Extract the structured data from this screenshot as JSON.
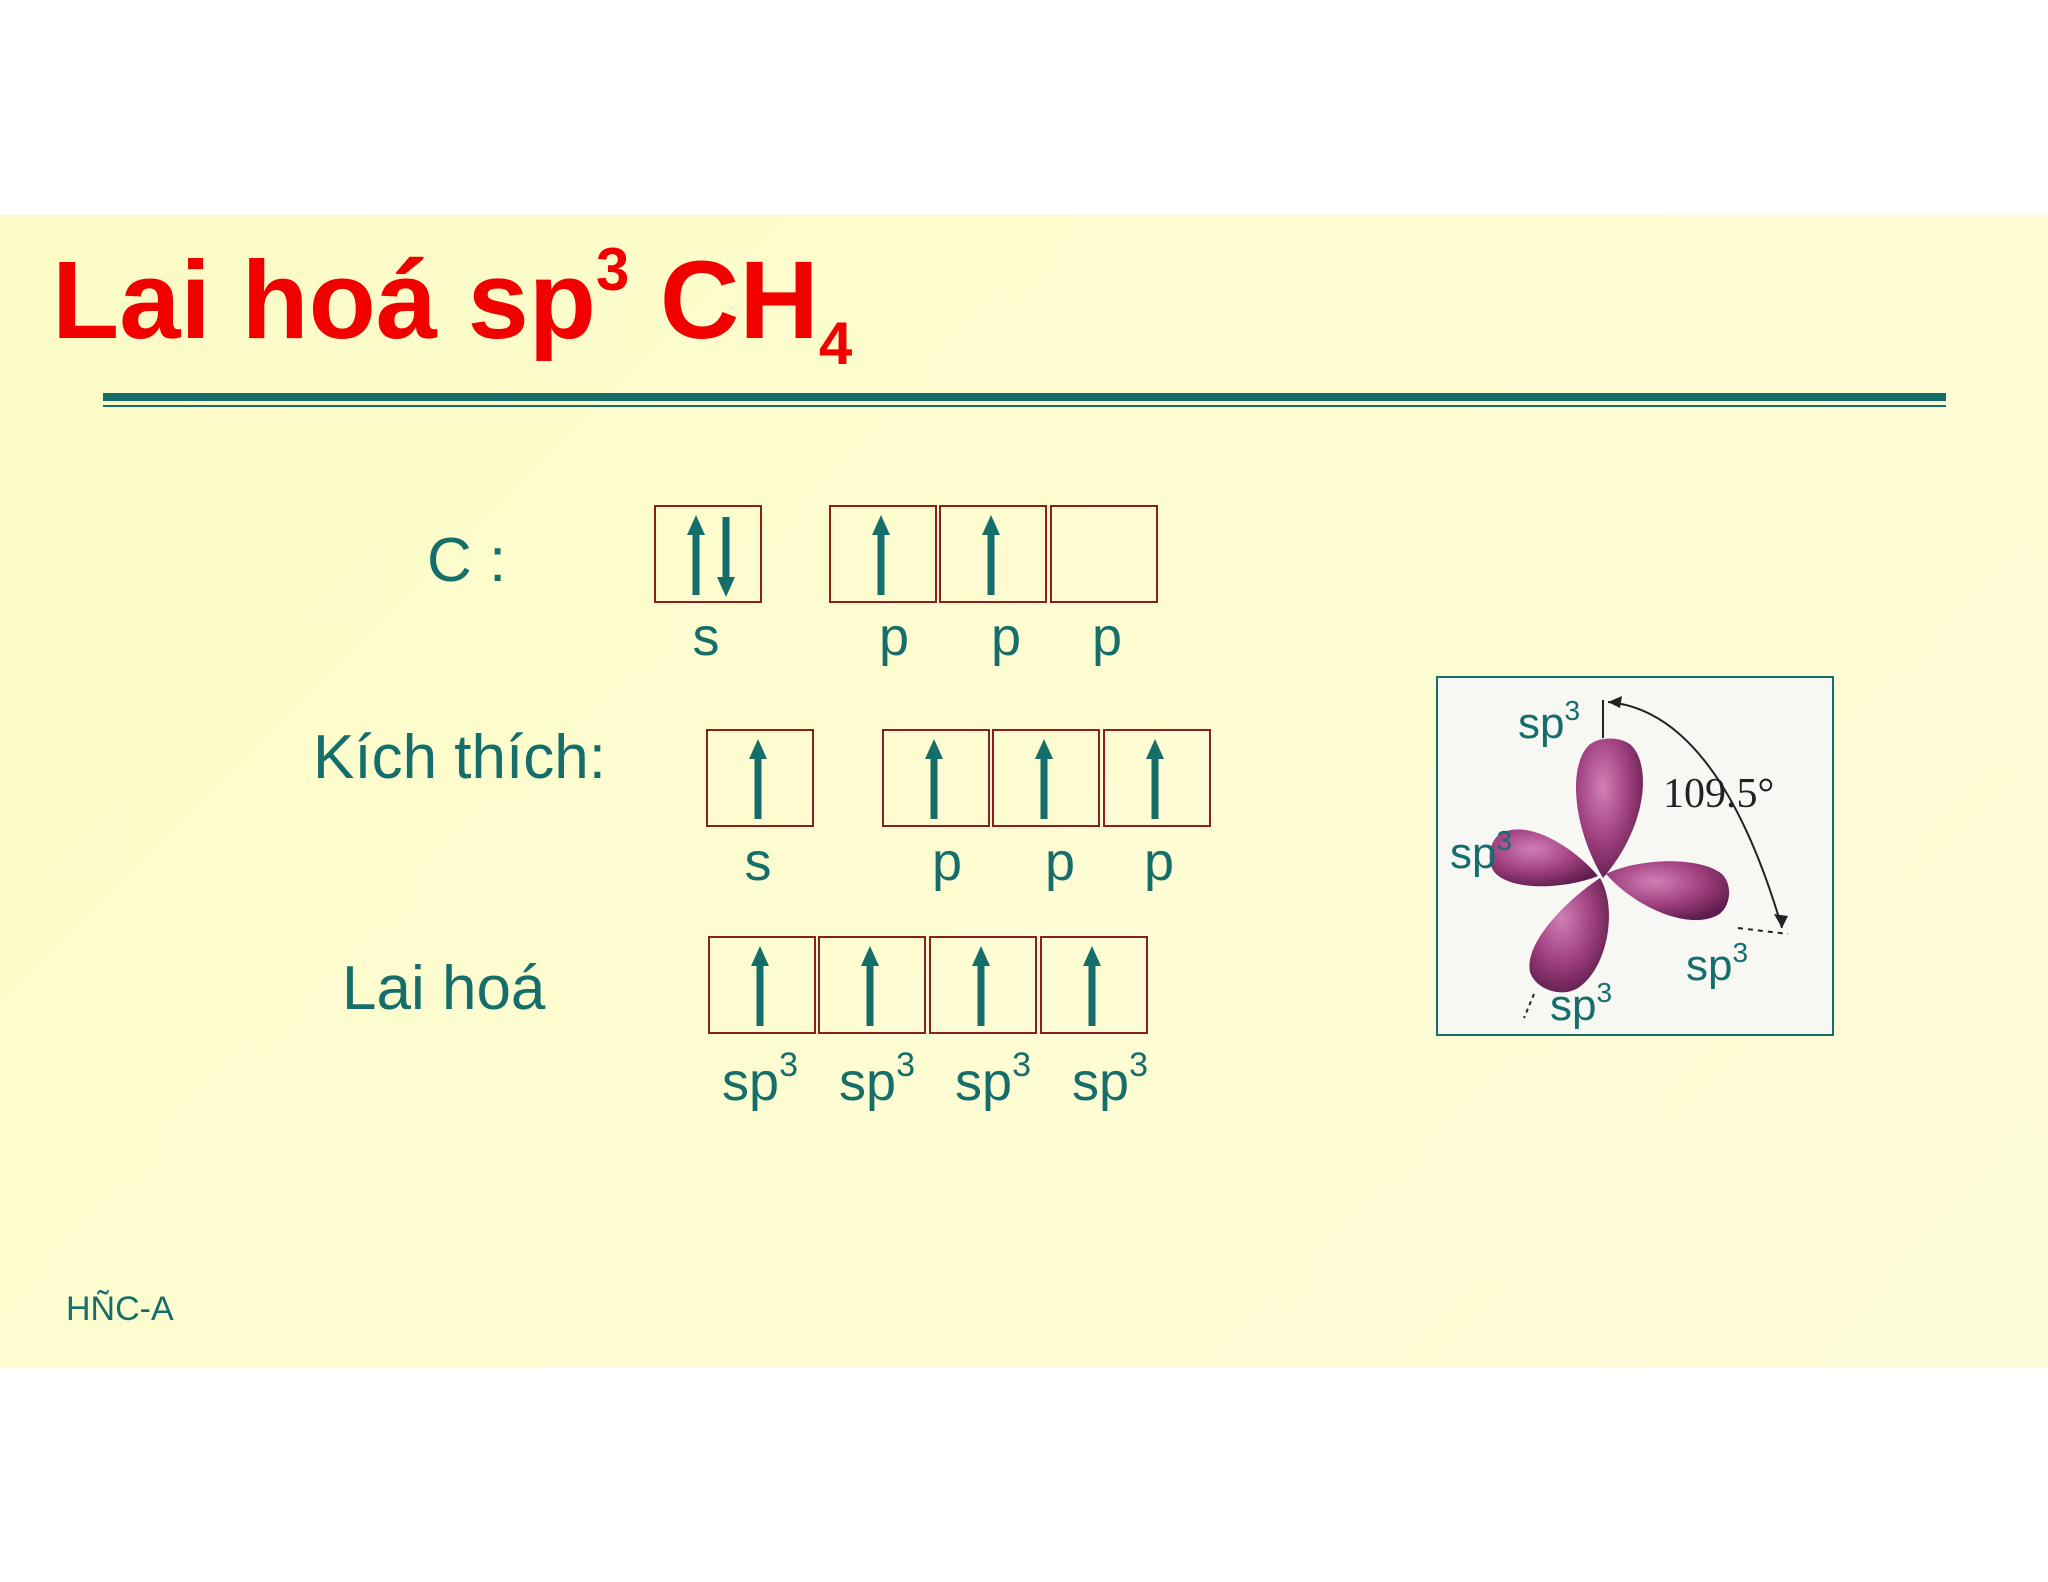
{
  "title": {
    "main": "Lai hoá sp",
    "sup": "3",
    "mid": " CH",
    "sub": "4"
  },
  "rows": {
    "ground": {
      "label": "C :",
      "s": "s",
      "p": [
        "p",
        "p",
        "p"
      ]
    },
    "excited": {
      "label": "Kích thích:",
      "s": "s",
      "p": [
        "p",
        "p",
        "p"
      ]
    },
    "hybrid": {
      "label": "Lai hoá",
      "labels": [
        "sp",
        "sp",
        "sp",
        "sp"
      ],
      "sup": "3"
    }
  },
  "orbital_diagram": {
    "angle": "109.5°",
    "labels": [
      "sp",
      "sp",
      "sp",
      "sp"
    ],
    "sup": "3",
    "lobe_color": "#a0407f"
  },
  "footer": "HÑC-A",
  "colors": {
    "title": "#f20000",
    "text": "#166e6b",
    "box_border": "#8a1f1f",
    "background": "#fdfcd2"
  }
}
